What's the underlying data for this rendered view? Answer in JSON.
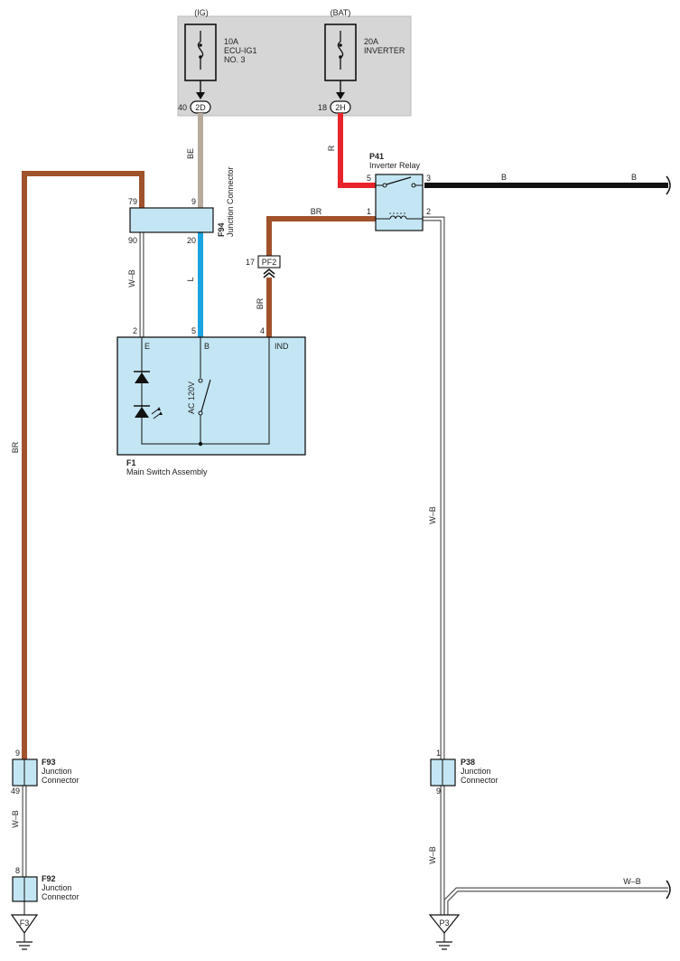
{
  "fuse_box": {
    "ig_label": "(IG)",
    "bat_label": "(BAT)",
    "fuse1": {
      "amp": "10A",
      "name_line1": "ECU-IG1",
      "name_line2": "NO. 3",
      "pin": "40",
      "connector": "2D"
    },
    "fuse2": {
      "amp": "20A",
      "name": "INVERTER",
      "pin": "18",
      "connector": "2H"
    }
  },
  "wire_colors": {
    "BE": "#b8ab9c",
    "R": "#e8232a",
    "BR": "#a0522d",
    "L": "#1aa3e0",
    "B": "#111111",
    "W-B": "#d8d8d8",
    "component_fill": "#c4e6f4",
    "fuse_box_fill": "#d6d6d6"
  },
  "wire_labels": {
    "be": "BE",
    "r": "R",
    "b1": "B",
    "b2": "B",
    "br_relay": "BR",
    "br_pf2": "BR",
    "br_left": "BR",
    "l": "L",
    "wb_f94": "W–B",
    "wb_p38_upper": "W–B",
    "wb_p38_lower": "W–B",
    "wb_f93": "W–B",
    "wb_right": "W–B"
  },
  "relay": {
    "code": "P41",
    "name": "Inverter Relay",
    "pin5": "5",
    "pin3": "3",
    "pin1": "1",
    "pin2": "2"
  },
  "f94": {
    "code": "F94",
    "name": "Junction Connector",
    "pin79": "79",
    "pin9": "9",
    "pin90": "90",
    "pin20": "20"
  },
  "pf2": {
    "pin": "17",
    "connector": "PF2"
  },
  "main_switch": {
    "code": "F1",
    "name": "Main Switch Assembly",
    "pin2": "2",
    "pin5": "5",
    "pin4": "4",
    "term_e": "E",
    "term_b": "B",
    "term_ind": "IND",
    "switch_label": "AC 120V"
  },
  "f93": {
    "code": "F93",
    "line1": "Junction",
    "line2": "Connector",
    "pin_top": "9",
    "pin_bottom": "49"
  },
  "f92": {
    "code": "F92",
    "line1": "Junction",
    "line2": "Connector",
    "pin_top": "8"
  },
  "p38": {
    "code": "P38",
    "line1": "Junction",
    "line2": "Connector",
    "pin_top": "1",
    "pin_bottom": "9"
  },
  "grounds": {
    "g1": "F3",
    "g2": "P3"
  }
}
